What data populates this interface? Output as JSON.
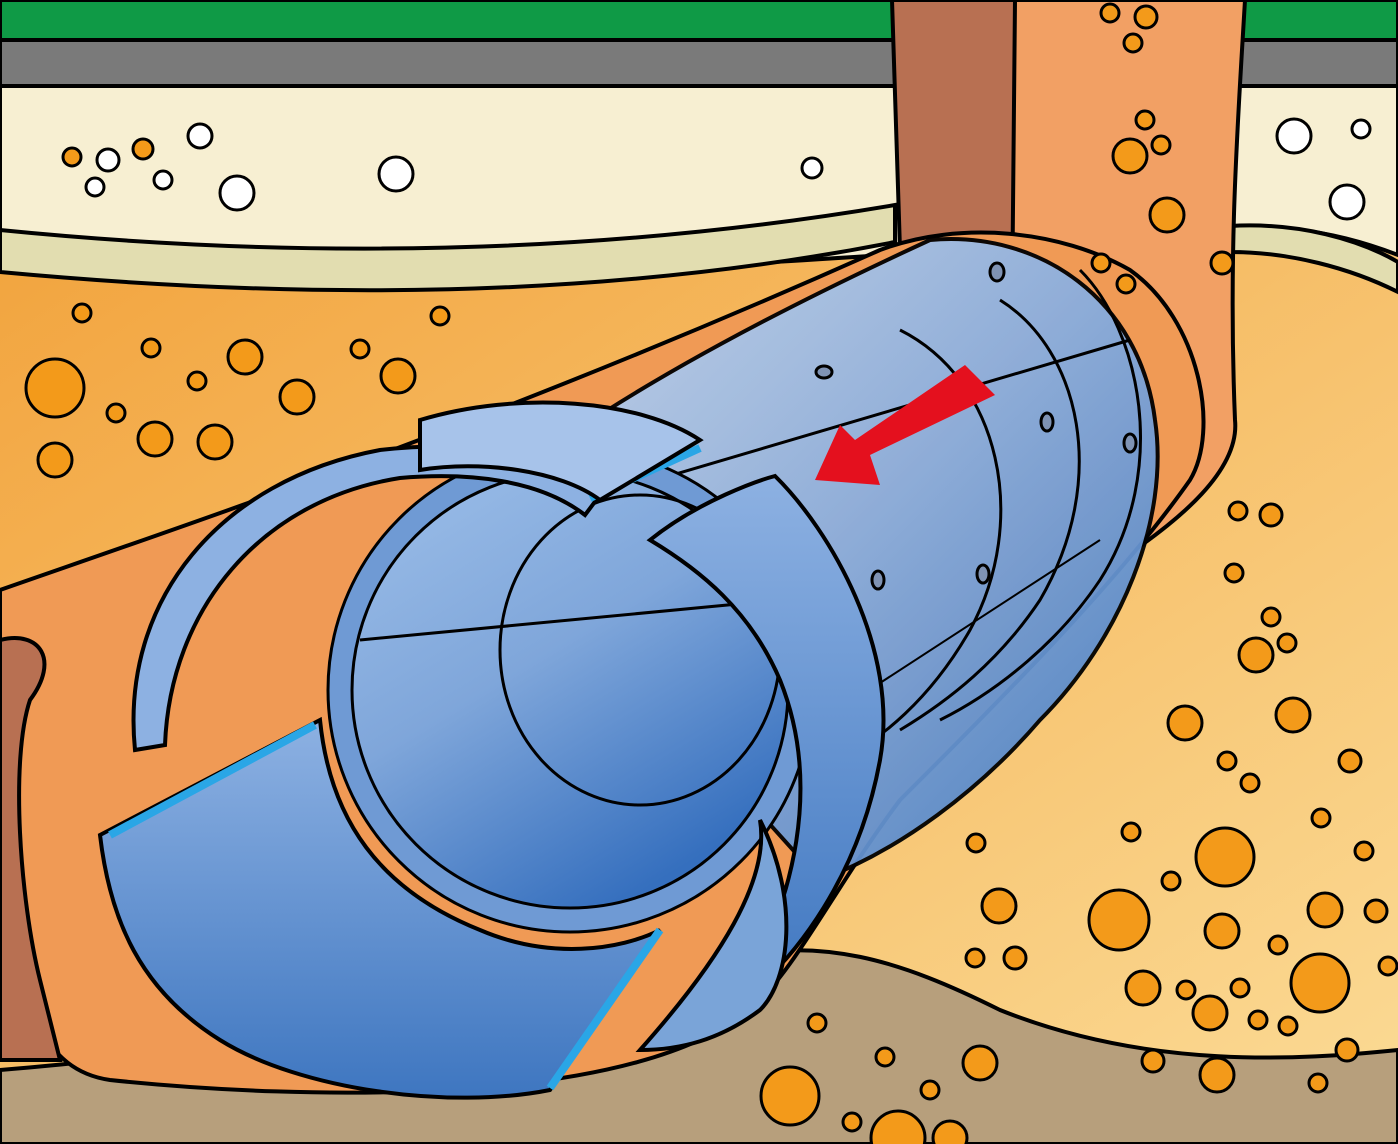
{
  "title": "",
  "colors": {
    "grass": "#0f9a46",
    "road": "#7a7a7a",
    "topsoil": "#f7efd2",
    "topsoil_band": "#e2ddb0",
    "sand": "#f3a94a",
    "sand_light": "#fbd98f",
    "shaft_dark": "#b87052",
    "shaft_light": "#f2a064",
    "cavity": "#f09a55",
    "bedrock": "#b79f7c",
    "pipe_light": "#a8c6ec",
    "pipe_mid": "#7aa4d8",
    "pipe_dark": "#3d78c2",
    "pipe_edge": "#2aa6e6",
    "arrow": "#e4101e",
    "outline": "#000000",
    "pebble_orange": "#f39a1a",
    "pebble_hollow": "#ffffff"
  },
  "arrow": {
    "direction": "left-down",
    "icon": "insertion-arrow-icon"
  },
  "shell_segments": {
    "installed_rings": 4,
    "loose_segments": 4
  }
}
